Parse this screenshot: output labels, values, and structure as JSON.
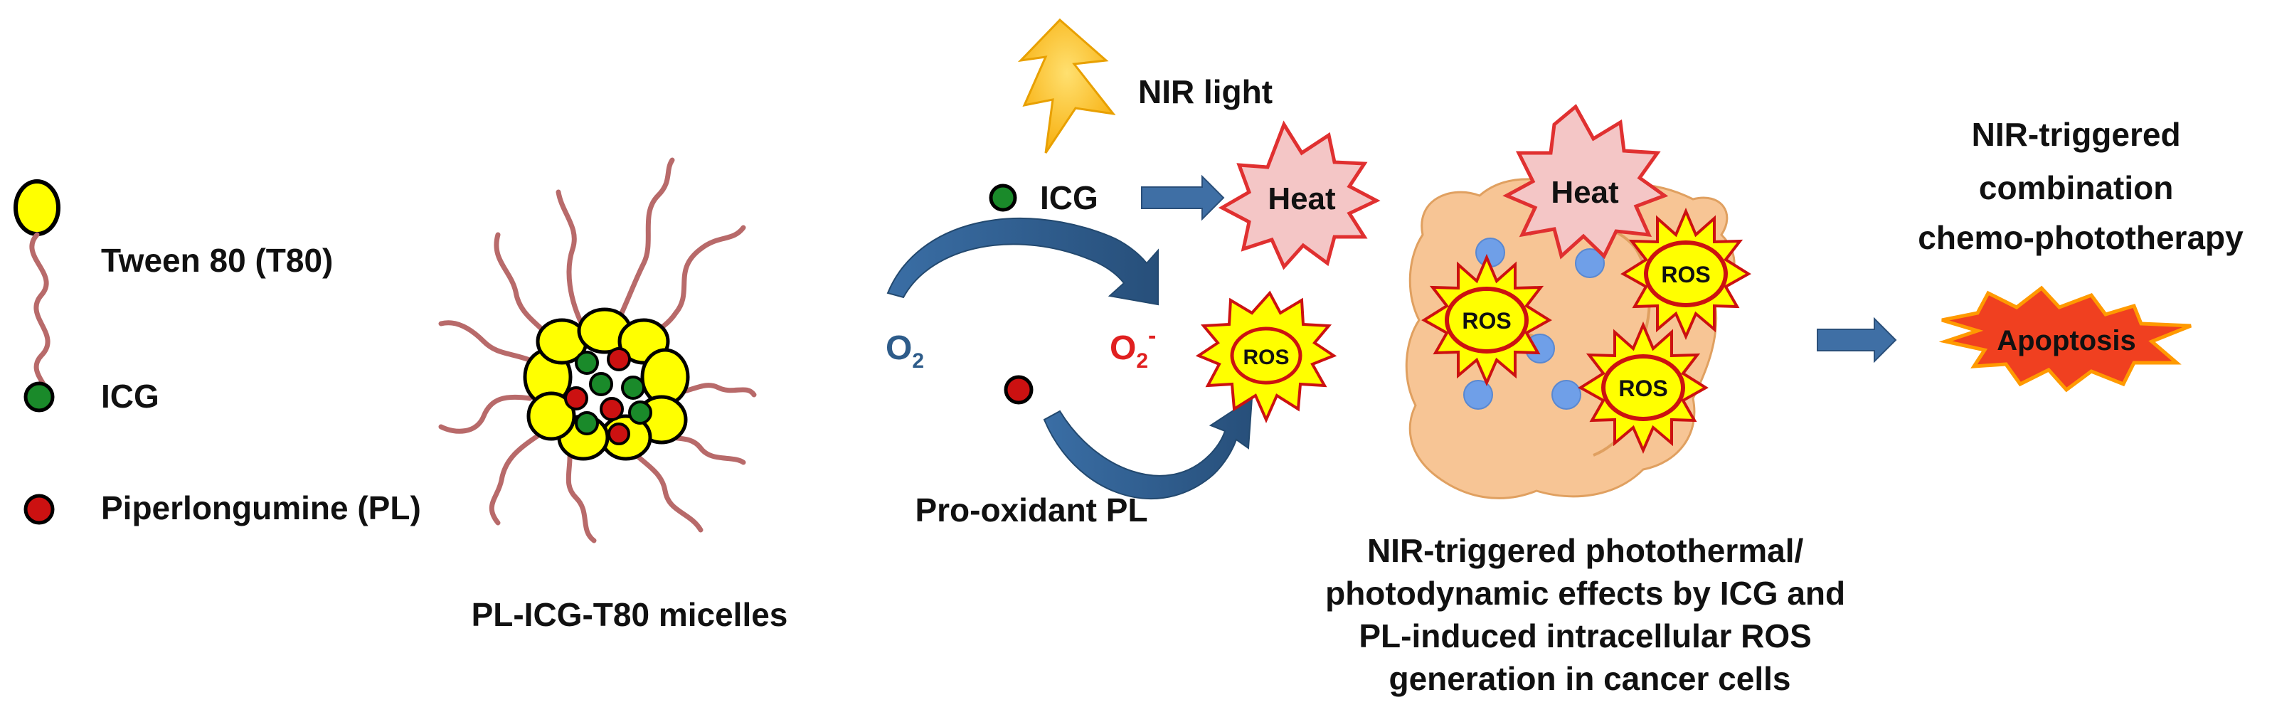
{
  "legend": {
    "tween": "Tween 80 (T80)",
    "icg": "ICG",
    "pl": "Piperlongumine (PL)"
  },
  "micelle": {
    "caption": "PL-ICG-T80 micelles"
  },
  "mechanism": {
    "nir_light": "NIR light",
    "icg": "ICG",
    "o2": "O",
    "o2_sub": "2",
    "superoxide": "O",
    "superoxide_sub": "2",
    "superoxide_sup": "-",
    "pro_oxidant": "Pro-oxidant PL",
    "heat": "Heat",
    "ros": "ROS"
  },
  "cells": {
    "heat": "Heat",
    "ros": "ROS",
    "caption_lines": [
      "NIR-triggered photothermal/",
      "photodynamic effects by ICG and",
      "PL-induced intracellular ROS",
      "generation in cancer cells"
    ]
  },
  "outcome": {
    "title_lines": [
      "NIR-triggered",
      "combination",
      "chemo-phototherapy"
    ],
    "apoptosis": "Apoptosis"
  },
  "colors": {
    "yellow": "#ffff00",
    "green": "#1a8a2a",
    "red_dot": "#cc1111",
    "tail": "#b86a6a",
    "arrow_blue": "#2e5c8a",
    "text_blue": "#2e5c8a",
    "text_red": "#e02020",
    "heat_fill": "#f4c6c6",
    "cell_fill": "#f7c595",
    "nucleus": "#6f9fe8",
    "apoptosis": "#f04020"
  }
}
